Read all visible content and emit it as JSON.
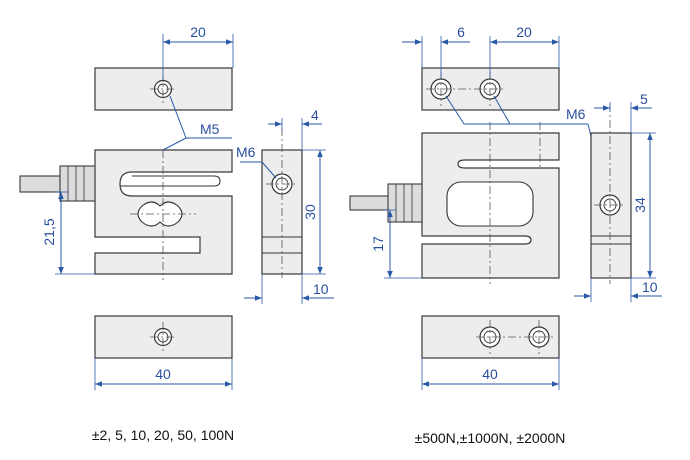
{
  "left_model": {
    "dims": {
      "top_width": "20",
      "thread": "M5",
      "side_thread": "M6",
      "side_offset": "4",
      "height": "30",
      "cable_height": "21,5",
      "side_depth": "10",
      "bottom_width": "40"
    },
    "caption": "±2, 5, 10, 20, 50, 100N"
  },
  "right_model": {
    "dims": {
      "hole_offset": "6",
      "top_width": "20",
      "thread": "M6",
      "side_offset": "5",
      "height": "34",
      "cable_height": "17",
      "side_depth": "10",
      "bottom_width": "40"
    },
    "caption": "±500N,±1000N, ±2000N"
  },
  "colors": {
    "dimension": "#2a5aa8",
    "outline": "#3a3a3a",
    "body_fill": "#ededed"
  }
}
